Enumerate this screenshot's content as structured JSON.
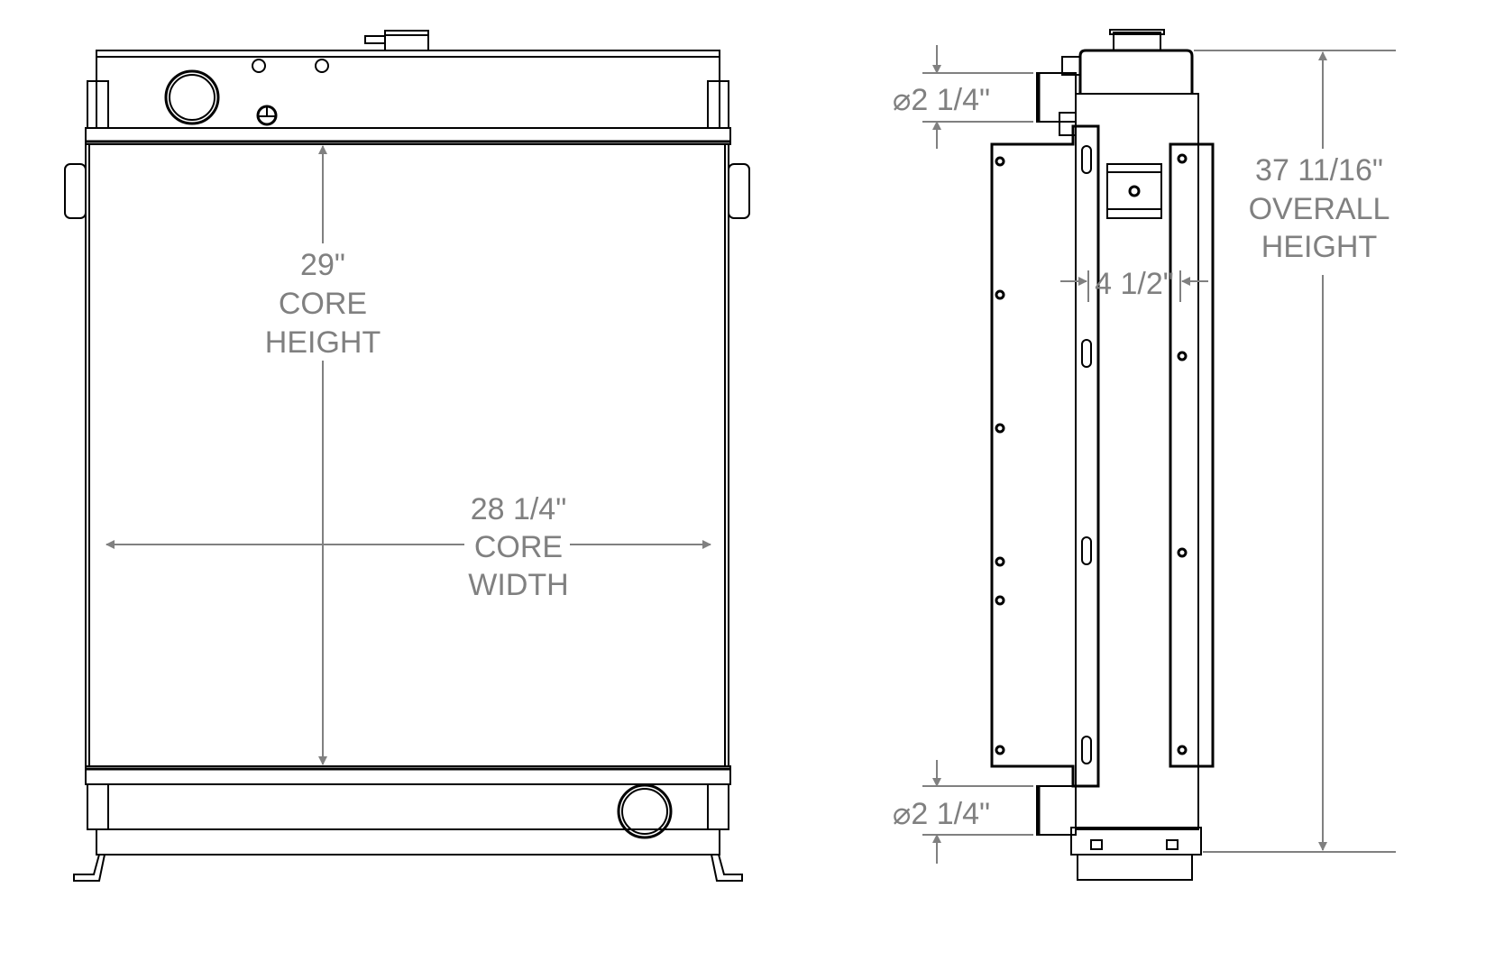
{
  "front_view": {
    "core_height": {
      "value": "29\"",
      "line1": "CORE",
      "line2": "HEIGHT"
    },
    "core_width": {
      "value": "28 1/4\"",
      "line1": "CORE",
      "line2": "WIDTH"
    }
  },
  "side_view": {
    "inlet_diameter": "⌀2 1/4\"",
    "outlet_diameter": "⌀2 1/4\"",
    "core_depth": "4 1/2\"",
    "overall_height": {
      "value": "37 11/16\"",
      "line1": "OVERALL",
      "line2": "HEIGHT"
    }
  },
  "colors": {
    "linework": "#000000",
    "dimensions": "#808080"
  }
}
